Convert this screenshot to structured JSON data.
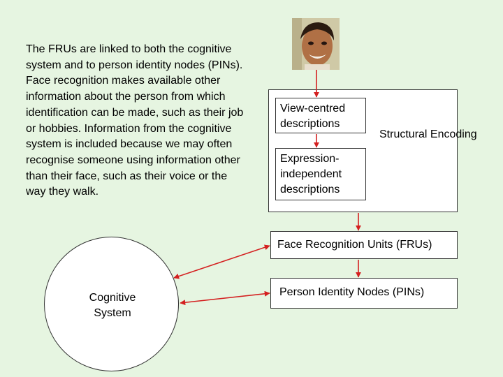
{
  "description_text": "The FRUs are linked to both the cognitive system and to person identity nodes (PINs).  Face recognition makes available other information about the person from which identification can be made, such as their job or hobbies.  Information from the cognitive system is included because we may often recognise someone using information other than their face, such as their voice or the way they walk.",
  "diagram": {
    "view_centred": "View-centred descriptions",
    "expression_independent": "Expression-independent descriptions",
    "structural_encoding": "Structural Encoding",
    "fru": "Face Recognition Units (FRUs)",
    "pin": "Person Identity Nodes (PINs)",
    "cognitive_system": "Cognitive System"
  },
  "colors": {
    "background": "#e6f5e1",
    "arrow": "#d42020"
  }
}
